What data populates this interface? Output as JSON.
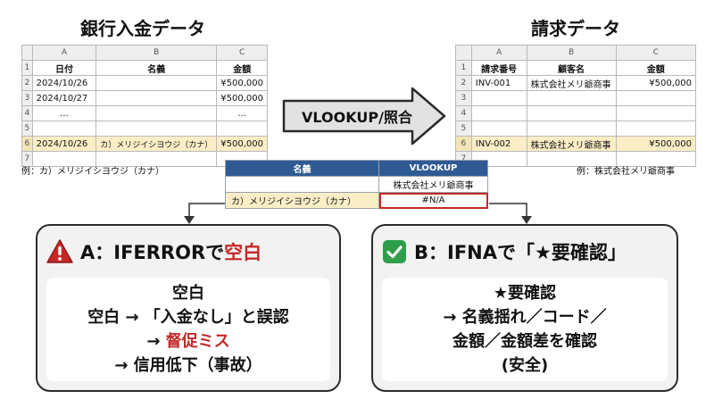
{
  "left_table": {
    "title": "銀行入金データ",
    "columns": [
      "A",
      "B",
      "C"
    ],
    "rows": [
      {
        "num": "1",
        "a": "日付",
        "b": "名義",
        "c": "金額"
      },
      {
        "num": "2",
        "a": "2024/10/26",
        "b": "",
        "c": "¥500,000"
      },
      {
        "num": "3",
        "a": "2024/10/27",
        "b": "",
        "c": "¥500,000"
      },
      {
        "num": "4",
        "a": "...",
        "b": "",
        "c": "..."
      },
      {
        "num": "5",
        "a": "",
        "b": "",
        "c": ""
      },
      {
        "num": "6",
        "a": "2024/10/26",
        "b": "カ）メリジイシヨウジ（カナ）",
        "c": "¥500,000"
      },
      {
        "num": "7",
        "a": "",
        "b": "",
        "c": ""
      }
    ],
    "example": "例：カ）メリジイシヨウジ（カナ）"
  },
  "right_table": {
    "title": "請求データ",
    "columns": [
      "A",
      "B",
      "C"
    ],
    "rows": [
      {
        "num": "1",
        "a": "請求番号",
        "b": "顧客名",
        "c": "金額"
      },
      {
        "num": "2",
        "a": "INV-001",
        "b": "株式会社メリ爺商事",
        "c": "¥500,000"
      },
      {
        "num": "3",
        "a": "",
        "b": "",
        "c": ""
      },
      {
        "num": "4",
        "a": "",
        "b": "",
        "c": ""
      },
      {
        "num": "5",
        "a": "",
        "b": "",
        "c": ""
      },
      {
        "num": "6",
        "a": "INV-002",
        "b": "株式会社メリ爺商事",
        "c": "¥500,000"
      },
      {
        "num": "7",
        "a": "",
        "b": "",
        "c": ""
      }
    ],
    "example": "例：株式会社メリ爺商事"
  },
  "arrow_label": "VLOOKUP/照合",
  "result_table": {
    "headers": [
      "名義",
      "VLOOKUP"
    ],
    "row1": [
      "",
      "株式会社メリ爺商事"
    ],
    "row2": [
      "カ）メリジイシヨウジ（カナ）",
      "#N/A"
    ]
  },
  "card_a": {
    "title_prefix": "A：IFERRORで",
    "title_highlight": "空白",
    "line1": "空白",
    "line2": "空白 → 「入金なし」と誤認",
    "line3_prefix": "→ ",
    "line3_highlight": "督促ミス",
    "line4": "→ 信用低下（事故）"
  },
  "card_b": {
    "title": "B：IFNAで「★要確認」",
    "line1": "★要確認",
    "line2": "→ 名義揺れ／コード／",
    "line3": "金額／金額差を確認",
    "line4": "(安全)"
  },
  "colors": {
    "highlight_row": "#fbeec6",
    "header_blue": "#2f5a93",
    "alert_red": "#c62828",
    "check_green": "#2e9e4a"
  }
}
